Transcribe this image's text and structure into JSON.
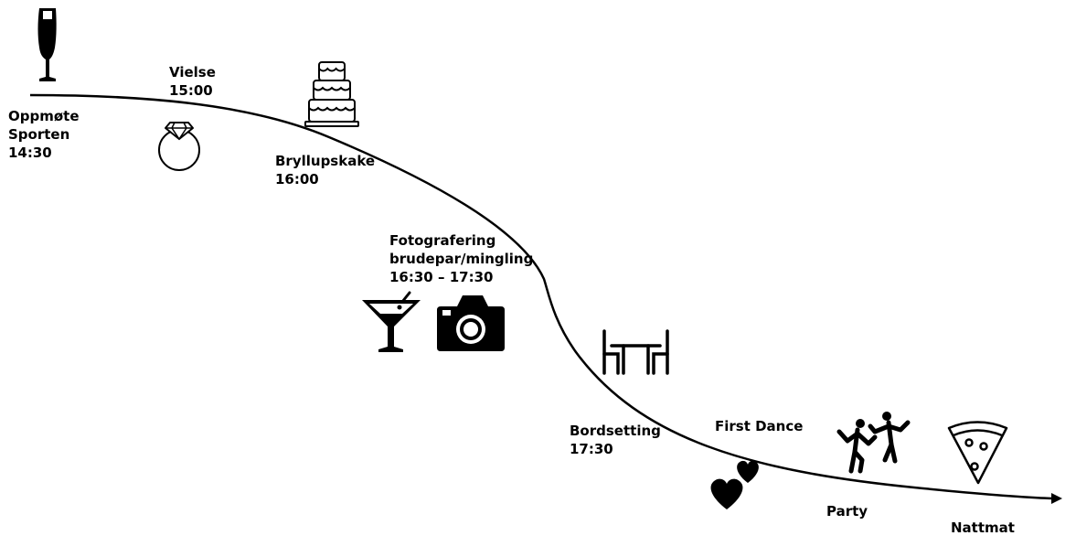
{
  "events": [
    {
      "id": "oppmote",
      "lines": [
        "Oppmøte",
        "Sporten",
        "14:30"
      ],
      "icon": "champagne-glass-icon"
    },
    {
      "id": "vielse",
      "lines": [
        "Vielse",
        "15:00"
      ],
      "icon": "diamond-ring-icon"
    },
    {
      "id": "kake",
      "lines": [
        "Bryllupskake",
        "16:00"
      ],
      "icon": "wedding-cake-icon"
    },
    {
      "id": "foto",
      "lines": [
        "Fotografering",
        "brudepar/mingling",
        "16:30 – 17:30"
      ],
      "icons": [
        "cocktail-glass-icon",
        "camera-icon"
      ]
    },
    {
      "id": "bord",
      "lines": [
        "Bordsetting",
        "17:30"
      ],
      "icon": "table-chairs-icon"
    },
    {
      "id": "dance",
      "lines": [
        "First Dance"
      ],
      "icon": "two-hearts-icon"
    },
    {
      "id": "party",
      "lines": [
        "Party"
      ],
      "icon": "dancing-people-icon"
    },
    {
      "id": "nattmat",
      "lines": [
        "Nattmat"
      ],
      "icon": "pizza-slice-icon"
    }
  ],
  "colors": {
    "ink": "#000000",
    "background": "#ffffff"
  }
}
